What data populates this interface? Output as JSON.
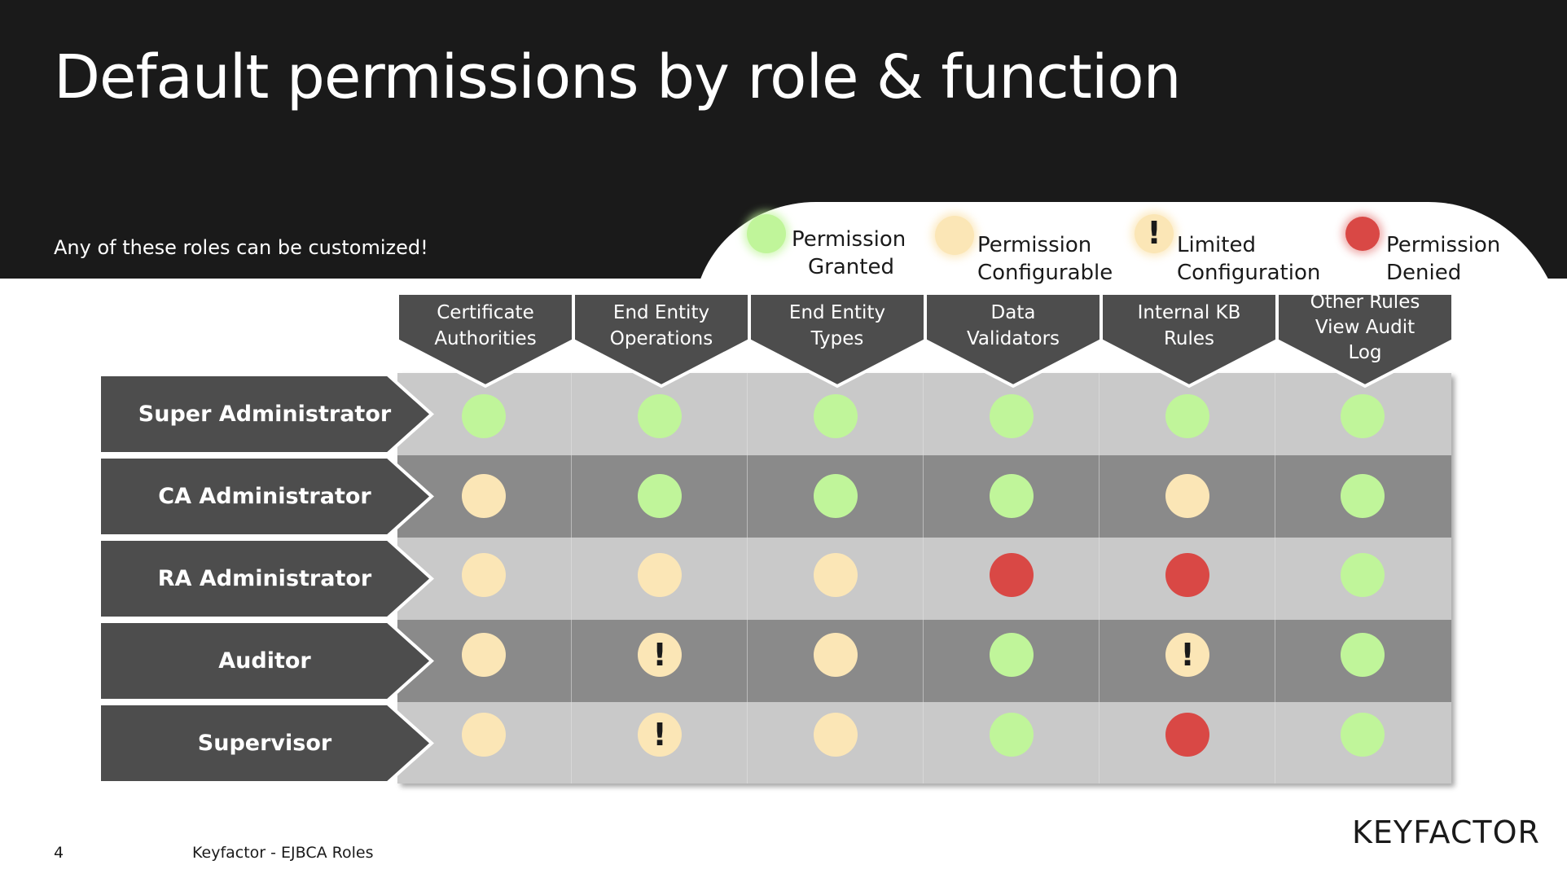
{
  "header": {
    "title": "Default permissions by role & function",
    "subtitle": "Any of these roles can be customized!"
  },
  "legend": [
    {
      "key": "granted",
      "line1": "Permission",
      "line2": "Granted",
      "color": "#c0f59a"
    },
    {
      "key": "configurable",
      "line1": "Permission",
      "line2": "Configurable",
      "color": "#fbe6b6"
    },
    {
      "key": "limited",
      "line1": "Limited",
      "line2": "Configuration",
      "color": "#fbe6b6",
      "icon": "exclamation-icon"
    },
    {
      "key": "denied",
      "line1": "Permission",
      "line2": "Denied",
      "color": "#d94845"
    }
  ],
  "columns": [
    {
      "lines": [
        "Certificate",
        "Authorities"
      ]
    },
    {
      "lines": [
        "End Entity",
        "Operations"
      ]
    },
    {
      "lines": [
        "End Entity",
        "Types"
      ]
    },
    {
      "lines": [
        "Data",
        "Validators"
      ]
    },
    {
      "lines": [
        "Internal KB",
        "Rules"
      ]
    },
    {
      "lines": [
        "Other Rules",
        "View Audit",
        "Log"
      ]
    }
  ],
  "rows": [
    {
      "role": "Super Administrator",
      "cells": [
        "granted",
        "granted",
        "granted",
        "granted",
        "granted",
        "granted"
      ]
    },
    {
      "role": "CA Administrator",
      "cells": [
        "configurable",
        "granted",
        "granted",
        "granted",
        "configurable",
        "granted"
      ]
    },
    {
      "role": "RA Administrator",
      "cells": [
        "configurable",
        "configurable",
        "configurable",
        "denied",
        "denied",
        "granted"
      ]
    },
    {
      "role": "Auditor",
      "cells": [
        "configurable",
        "limited",
        "configurable",
        "granted",
        "limited",
        "granted"
      ]
    },
    {
      "role": "Supervisor",
      "cells": [
        "configurable",
        "limited",
        "configurable",
        "granted",
        "denied",
        "granted"
      ]
    }
  ],
  "limited_symbol": "!",
  "footer": {
    "page_number": "4",
    "text": "Keyfactor - EJBCA Roles",
    "brand": "KEYFACTOR"
  },
  "colors": {
    "header_bg": "#1a1a1a",
    "label_bg": "#4d4d4d",
    "band_light": "#c9c9c9",
    "band_dark": "#8a8a8a"
  }
}
